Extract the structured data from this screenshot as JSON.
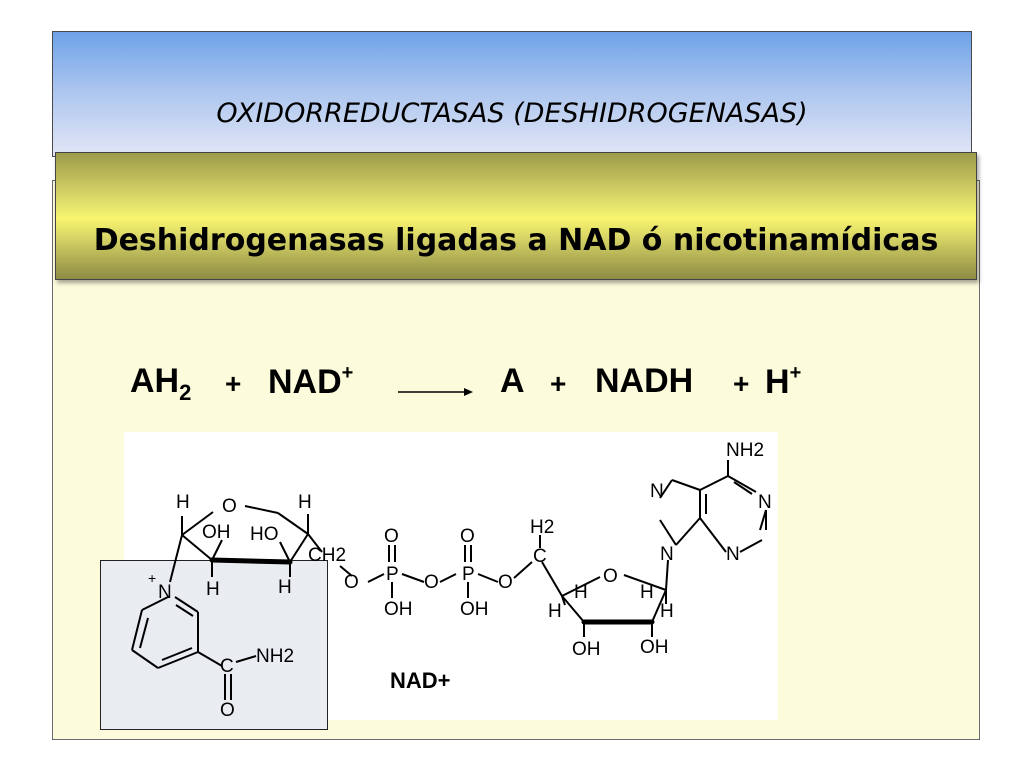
{
  "slide": {
    "title": "OXIDORREDUCTASAS (DESHIDROGENASAS)",
    "subtitle": "Deshidrogenasas ligadas a NAD ó nicotinamídicas"
  },
  "equation": {
    "reactant1": "AH",
    "reactant1_sub": "2",
    "plus1": "+",
    "reactant2": "NAD",
    "reactant2_sup": "+",
    "product1": "A",
    "plus2": "+",
    "product2": "NADH",
    "plus3": "+",
    "product3": "H",
    "product3_sup": "+"
  },
  "structure": {
    "label": "NAD+",
    "atoms": {
      "nh2": "NH2",
      "n": "N",
      "o": "O",
      "oh": "OH",
      "ho": "HO",
      "h": "H",
      "p": "P",
      "ch2": "CH2",
      "h2": "H2",
      "c": "C",
      "plus": "+"
    }
  }
}
